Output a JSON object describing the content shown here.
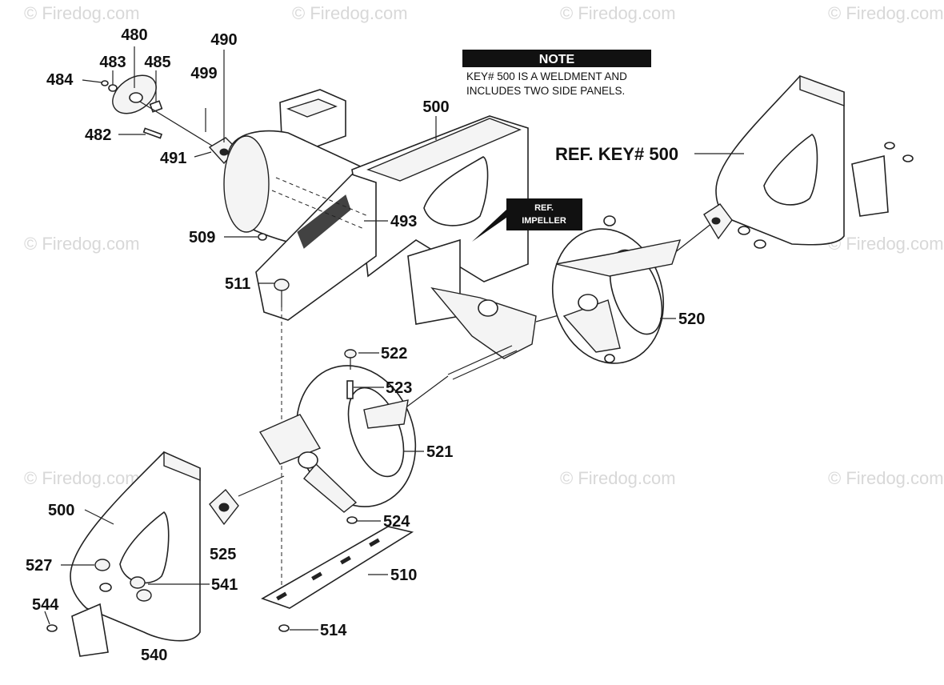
{
  "watermark": "© Firedog.com",
  "note": {
    "title": "NOTE",
    "line1": "KEY# 500 IS A WELDMENT AND",
    "line2": "INCLUDES TWO SIDE PANELS."
  },
  "ref_key": "REF. KEY# 500",
  "ref_impeller": {
    "line1": "REF.",
    "line2": "IMPELLER"
  },
  "callouts": {
    "c480": "480",
    "c483": "483",
    "c484": "484",
    "c485": "485",
    "c490": "490",
    "c499": "499",
    "c482": "482",
    "c491": "491",
    "c500_top": "500",
    "c493": "493",
    "c509": "509",
    "c511": "511",
    "c520": "520",
    "c522": "522",
    "c523": "523",
    "c521": "521",
    "c500_left": "500",
    "c524": "524",
    "c525": "525",
    "c527": "527",
    "c541": "541",
    "c510": "510",
    "c544": "544",
    "c514": "514",
    "c540": "540"
  }
}
